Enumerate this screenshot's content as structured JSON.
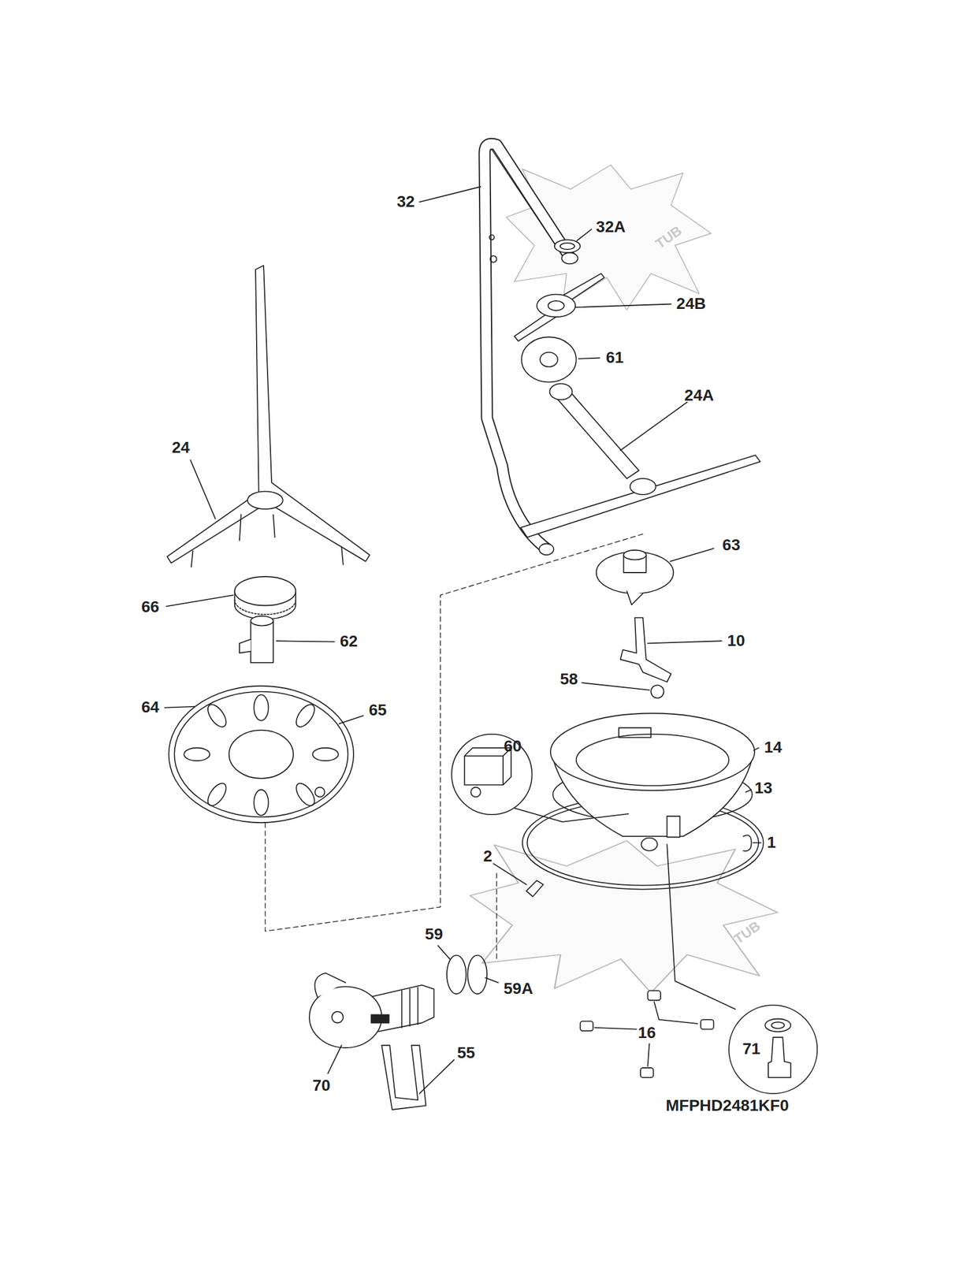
{
  "diagram": {
    "labels": [
      "32",
      "32A",
      "TUB",
      "24B",
      "61",
      "24A",
      "24",
      "63",
      "66",
      "62",
      "10",
      "58",
      "64",
      "65",
      "60",
      "14",
      "13",
      "1",
      "2",
      "TUB",
      "59",
      "59A",
      "16",
      "71",
      "70",
      "55",
      "MFPHD2481KF0"
    ]
  }
}
